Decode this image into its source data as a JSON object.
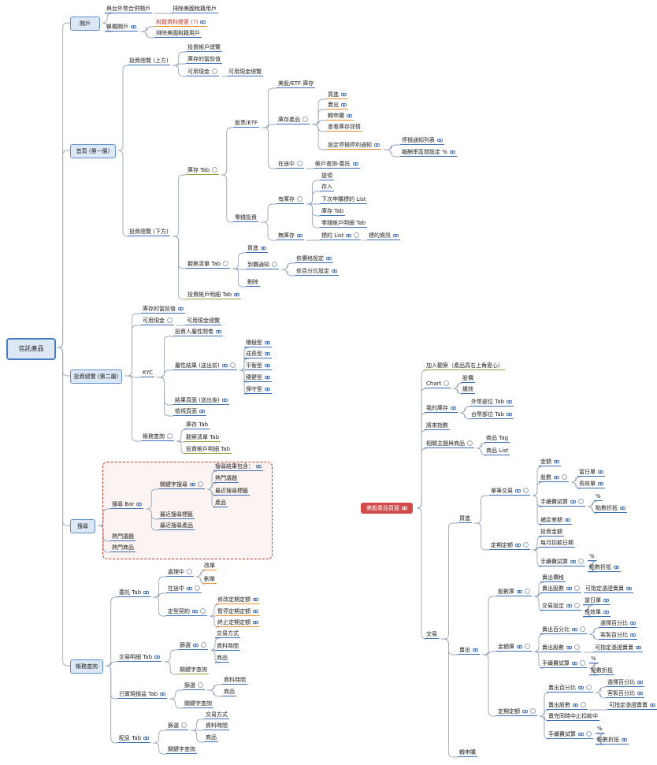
{
  "main_root": "信託產品",
  "branches": {
    "open_account": {
      "label": "開戶",
      "items": [
        "與台外幣合併開戶",
        "排除美國稅籍用戶",
        "單獨開戶",
        "稅籍資料變更 (?)",
        "排除美國稅籍用戶"
      ]
    },
    "home": {
      "label": "首頁 (第一層)",
      "overview_top": {
        "label": "投資總覽 (上方)",
        "items": [
          "投資帳戶總覽",
          "庫存的當前值",
          "可用現金",
          "可用現金總覽"
        ]
      },
      "overview_bottom": {
        "label": "投資總覽 (下方)"
      },
      "inventory_tab": {
        "label": "庫存 Tab"
      },
      "stocks_etf": {
        "label": "股票/ETF",
        "us_inventory": "美股/ETF 庫存",
        "inventory_products": "庫存產品",
        "actions": [
          "買進",
          "賣出",
          "轉申購",
          "查看庫存詳情",
          "設定停損停利通知"
        ],
        "notify": [
          "停損通知列表",
          "報酬率區間設定 %"
        ],
        "in_transit": "在途中",
        "account_query": "帳戶查詢-委託"
      },
      "odd_lot": {
        "label": "零錢投資",
        "has_inventory": "有庫存",
        "has_items": [
          "提領",
          "存入",
          "下次申購標的 List",
          "庫存 Tab",
          "零錢帳戶明細 Tab"
        ],
        "no_inventory": "無庫存",
        "target_list": "標的 List",
        "target_info": "標的資訊"
      },
      "watchlist_tab": {
        "label": "觀察清單 Tab",
        "buy": "買進",
        "price_alert": "到價通知",
        "alert_items": [
          "依價格設定",
          "依百分比設定"
        ],
        "delete": "刪除"
      },
      "account_detail_tab": "投資帳戶明細 Tab"
    },
    "overview2": {
      "label": "投資總覽 (第二層)",
      "inv_value": "庫存的當前值",
      "cash": "可用現金",
      "cash_total": "可用現金總覽",
      "kyc": "KYC",
      "kyc_items": [
        "投資人屬性問卷",
        "屬性結果 (送出前)",
        "結果頁面 (送出後)",
        "檢視頁面"
      ],
      "risk_types": [
        "積極型",
        "成長型",
        "平衡型",
        "穩健型",
        "保守型"
      ],
      "account_query": "帳務查詢",
      "aq_items": [
        "庫存 Tab",
        "觀察清單 Tab",
        "投資帳戶明細 Tab"
      ]
    },
    "search": {
      "label": "搜尋",
      "bar": "搜尋 Bar",
      "kw_search": "關鍵字搜尋",
      "kw_items": [
        "搜尋結果包含：",
        "熱門議題",
        "最近搜尋標籤",
        "產品"
      ],
      "recent_tags": "最近搜尋標籤",
      "recent_products": "最近搜尋產品",
      "hot_topics": "熱門議題",
      "hot_products": "熱門商品"
    },
    "account": {
      "label": "帳務查詢",
      "order_tab": "委託 Tab",
      "processing": "處理中",
      "proc_items": [
        "改單",
        "刪單"
      ],
      "in_transit": "在途中",
      "regular": "定型契約",
      "reg_items": [
        "修改定期定額",
        "暫停定期定額",
        "終止定期定額"
      ],
      "trade_detail_tab": "交易明細 Tab",
      "filter": "篩選",
      "filter_items": [
        "交易方式",
        "資料時間",
        "商品"
      ],
      "kw_query": "關鍵字查詢",
      "realized_tab": "已實現損益 Tab",
      "filter2": "篩選",
      "filter2_items": [
        "資料時間",
        "商品"
      ],
      "kw_query2": "關鍵字查詢",
      "dividend_tab": "配息 Tab",
      "filter3": "篩選",
      "filter3_items": [
        "交易方式",
        "資料時間",
        "商品"
      ],
      "kw_query3": "關鍵字查詢"
    }
  },
  "us_root": "美股產品頁面",
  "us": {
    "add_watch": "加入觀察（產品頁右上角愛心）",
    "chart": "Chart",
    "chart_items": [
      "股價",
      "績效"
    ],
    "my_inventory": "我的庫存",
    "inv_items": [
      "外幣部位 Tab",
      "台幣部位 Tab"
    ],
    "fx": "將來指數",
    "related": "相關主題與商品",
    "related_items": [
      "商品 Tag",
      "商品 List"
    ],
    "trade": "交易",
    "buy": "買進",
    "single": "單筆交易",
    "single_items": [
      "金額",
      "股數",
      "手續費試算",
      "補足差額"
    ],
    "shares_opts": [
      "當日單",
      "長效單"
    ],
    "fee_opts": [
      "%",
      "點數折抵"
    ],
    "dca": "定期定額",
    "dca_items": [
      "投資金額",
      "每月扣款日期",
      "手續費試算"
    ],
    "dca_fee": [
      "%",
      "點數折抵"
    ],
    "sell": "賣出",
    "by_shares": "股數庫",
    "bs_items": [
      "賣出價格",
      "賣出股數",
      "交易設定"
    ],
    "bs_hint": "可指定憑證賣賣",
    "bs_set": [
      "當日單",
      "長效單"
    ],
    "by_amount": "金額庫",
    "ba_items": [
      "賣出百分比",
      "賣出股數",
      "手續費試算"
    ],
    "ba_pct": [
      "選擇百分比",
      "客製百分比"
    ],
    "ba_hint": "可指定憑證賣賣",
    "ba_fee": [
      "%",
      "點數折抵"
    ],
    "dca2": "定期定額",
    "d2_items": [
      "賣出百分比",
      "賣出股數",
      "賣完同時中止扣款中",
      "手續費試算"
    ],
    "d2_pct": [
      "選擇百分比",
      "客製百分比"
    ],
    "d2_hint": "可指定憑證賣賣",
    "d2_fee": [
      "%",
      "點數折抵"
    ],
    "transfer": "轉申購"
  }
}
